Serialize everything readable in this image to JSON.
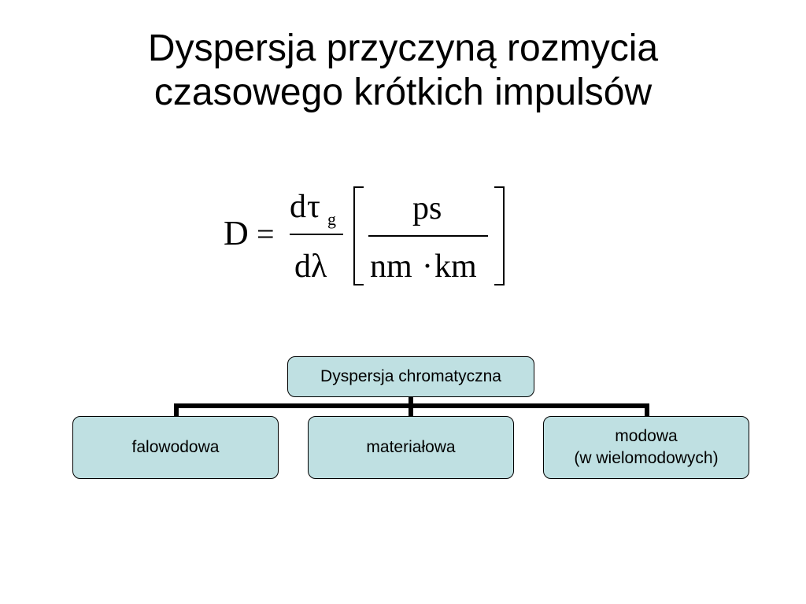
{
  "title": {
    "line1": "Dyspersja przyczyną rozmycia",
    "line2": "czasowego krótkich impulsów"
  },
  "formula": {
    "lhs": "D",
    "equals": "=",
    "numerator_d": "d",
    "numerator_tau": "τ",
    "numerator_sub": "g",
    "denominator": "dλ",
    "unit_numerator": "ps",
    "unit_den_left": "nm",
    "unit_dot": "·",
    "unit_den_right": "km"
  },
  "diagram": {
    "root": "Dyspersja chromatyczna",
    "children": [
      {
        "label": "falowodowa"
      },
      {
        "label": "materiałowa"
      },
      {
        "label_line1": "modowa",
        "label_line2": "(w wielomodowych)"
      }
    ]
  },
  "colors": {
    "node_fill": "#bfe0e2",
    "node_border": "#000000",
    "connector": "#000000"
  }
}
